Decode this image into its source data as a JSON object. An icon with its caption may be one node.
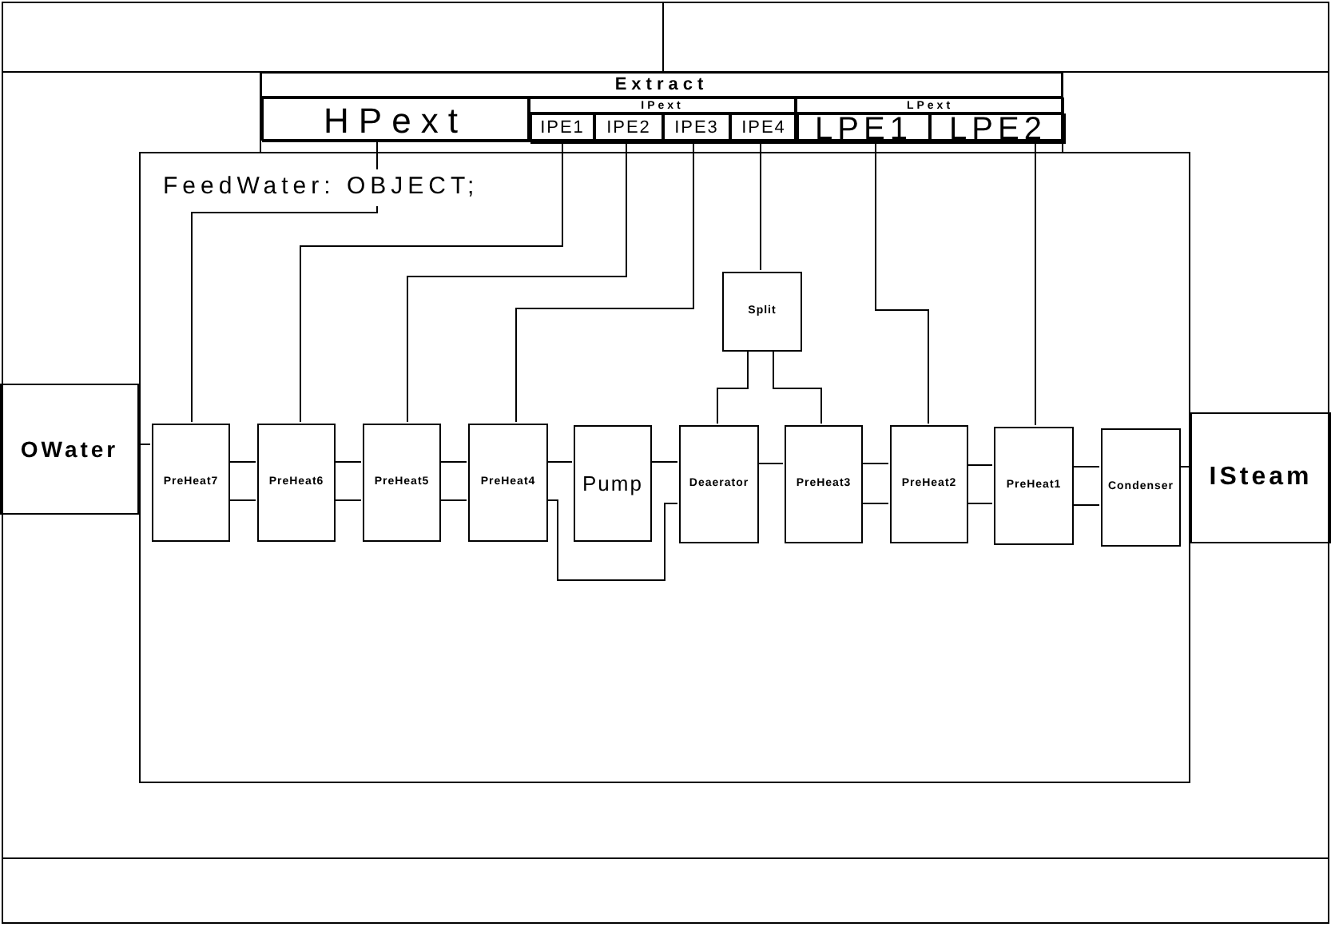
{
  "diagram": {
    "nodes": [
      {
        "text": [
          "Extract"
        ]
      },
      {
        "text": [
          "HPext"
        ],
        "in": 0
      },
      {
        "text": [
          "IPext"
        ],
        "in": 0
      },
      {
        "text": [
          "IPE1"
        ],
        "in": 2
      },
      {
        "text": [
          "IPE2"
        ],
        "in": 2
      },
      {
        "text": [
          "IPE3"
        ],
        "in": 2
      },
      {
        "text": [
          "IPE4"
        ],
        "in": 2
      },
      {
        "text": [
          "LPext"
        ],
        "in": 0
      },
      {
        "text": [
          "LPE1"
        ],
        "in": 7
      },
      {
        "text": [
          "LPE2"
        ],
        "in": 7
      },
      {
        "text": [
          "FeedWater: OBJECT;"
        ]
      },
      {
        "text": [
          "OWater"
        ]
      },
      {
        "text": [
          "ISteam"
        ]
      },
      {
        "text": [
          "PreHeat7"
        ],
        "in": 10
      },
      {
        "text": [
          "PreHeat6"
        ],
        "in": 10
      },
      {
        "text": [
          "PreHeat5"
        ],
        "in": 10
      },
      {
        "text": [
          "PreHeat4"
        ],
        "in": 10
      },
      {
        "text": [
          "Pump"
        ],
        "in": 10
      },
      {
        "text": [
          "Split"
        ],
        "in": 10
      },
      {
        "text": [
          "Deaerator"
        ],
        "in": 10
      },
      {
        "text": [
          "PreHeat3"
        ],
        "in": 10
      },
      {
        "text": [
          "PreHeat2"
        ],
        "in": 10
      },
      {
        "text": [
          "PreHeat1"
        ],
        "in": 10
      },
      {
        "text": [
          "Condenser"
        ],
        "in": 10
      }
    ],
    "edges": [
      {
        "from": 1,
        "to": 13,
        "arrow": "none"
      },
      {
        "from": 3,
        "to": 14,
        "arrow": "none"
      },
      {
        "from": 4,
        "to": 15,
        "arrow": "none"
      },
      {
        "from": 5,
        "to": 16,
        "arrow": "none"
      },
      {
        "from": 6,
        "to": 18,
        "arrow": "none"
      },
      {
        "from": 18,
        "to": 19,
        "arrow": "none"
      },
      {
        "from": 18,
        "to": 20,
        "arrow": "none"
      },
      {
        "from": 8,
        "to": 21,
        "arrow": "none"
      },
      {
        "from": 9,
        "to": 22,
        "arrow": "none"
      },
      {
        "from": 11,
        "to": 13,
        "arrow": "none"
      },
      {
        "from": 13,
        "to": 14,
        "arrow": "none"
      },
      {
        "from": 13,
        "to": 14,
        "arrow": "none"
      },
      {
        "from": 14,
        "to": 15,
        "arrow": "none"
      },
      {
        "from": 14,
        "to": 15,
        "arrow": "none"
      },
      {
        "from": 15,
        "to": 16,
        "arrow": "none"
      },
      {
        "from": 15,
        "to": 16,
        "arrow": "none"
      },
      {
        "from": 16,
        "to": 17,
        "arrow": "none"
      },
      {
        "from": 16,
        "to": 19,
        "arrow": "none"
      },
      {
        "from": 17,
        "to": 19,
        "arrow": "none"
      },
      {
        "from": 19,
        "to": 20,
        "arrow": "none"
      },
      {
        "from": 20,
        "to": 21,
        "arrow": "none"
      },
      {
        "from": 20,
        "to": 21,
        "arrow": "none"
      },
      {
        "from": 21,
        "to": 22,
        "arrow": "none"
      },
      {
        "from": 21,
        "to": 22,
        "arrow": "none"
      },
      {
        "from": 22,
        "to": 23,
        "arrow": "none"
      },
      {
        "from": 22,
        "to": 23,
        "arrow": "none"
      },
      {
        "from": 23,
        "to": 12,
        "arrow": "none"
      }
    ]
  }
}
